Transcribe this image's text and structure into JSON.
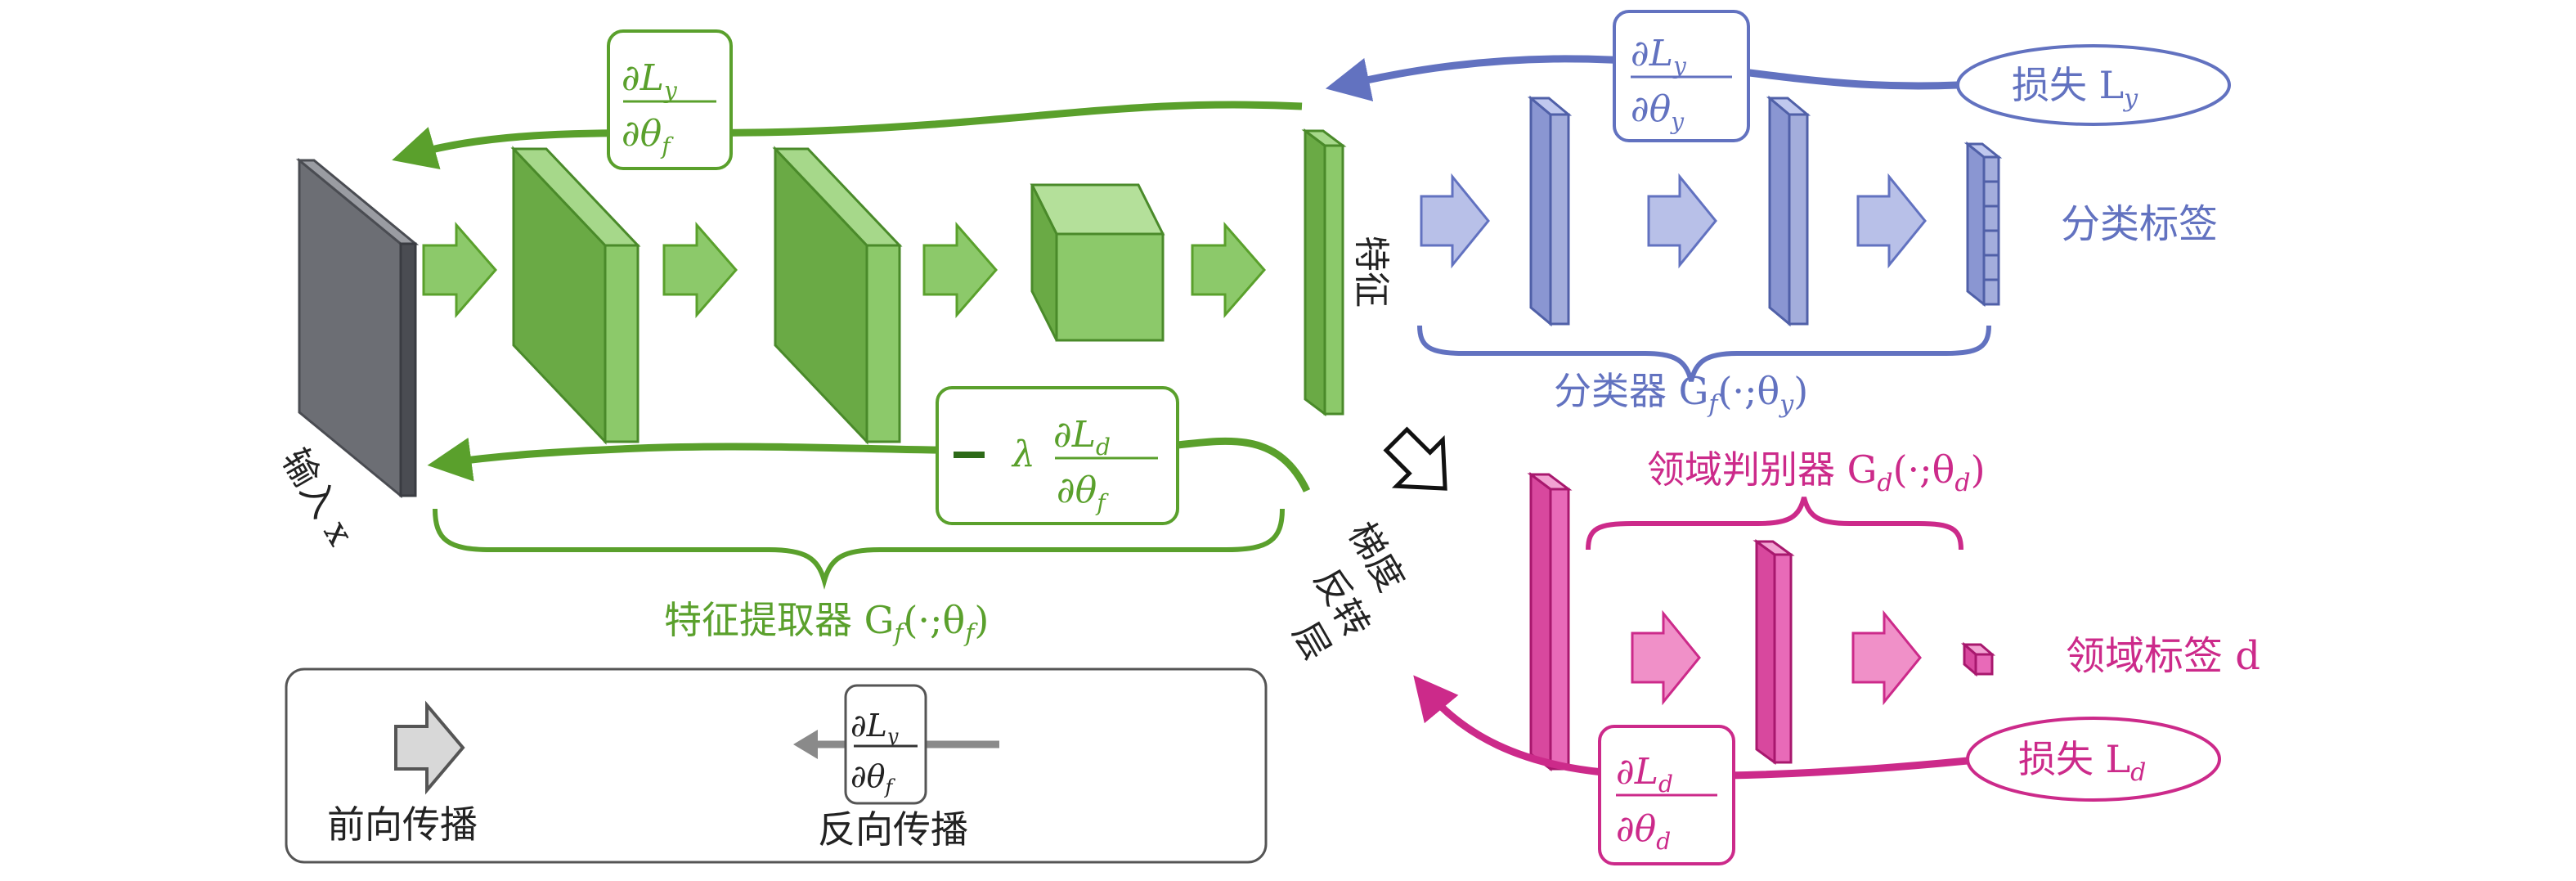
{
  "labels": {
    "input": "输入 x",
    "feature": "特征",
    "class_label": "分类标签",
    "classifier": "分类器 G",
    "classifier_params": "(·;θ",
    "feature_extractor": "特征提取器 G",
    "feature_extractor_params": "(·;θ",
    "discriminator": "领域判别器 G",
    "discriminator_params": "(·;θ",
    "domain_label": "领域标签 d",
    "grl_line1": "梯度",
    "grl_line2": "反转",
    "grl_line3": "层",
    "loss_y": "损失 L",
    "loss_d": "损失 L",
    "legend_forward": "前向传播",
    "legend_backward": "反向传播"
  },
  "formulas": {
    "partial": "∂",
    "L": "L",
    "theta": "θ",
    "lambda": "λ",
    "sub_y": "y",
    "sub_f": "f",
    "sub_d": "d",
    "close_paren": ")"
  },
  "colors": {
    "green": "#5aa02c",
    "green_fill": "#7dc05a",
    "green_dark": "#4a8a2a",
    "blue": "#6272c0",
    "blue_fill": "#a3addc",
    "magenta": "#cc2a8a",
    "magenta_fill": "#e86ab8",
    "gray": "#6c6e74",
    "legend_gray": "#8a8a8a"
  },
  "icons": {
    "forward": "hollow-arrow-icon",
    "backward": "arrow-left-icon"
  }
}
